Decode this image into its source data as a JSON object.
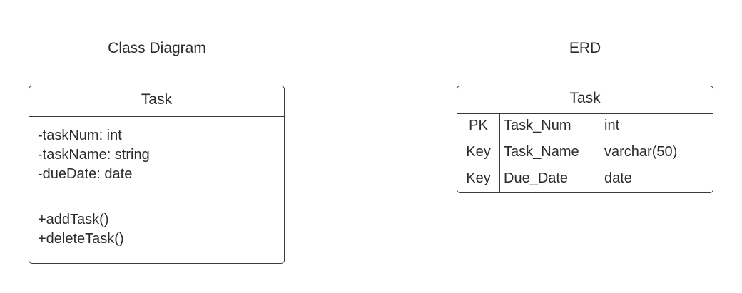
{
  "headings": {
    "class_diagram": "Class Diagram",
    "erd": "ERD"
  },
  "uml_class": {
    "name": "Task",
    "attributes": [
      "-taskNum: int",
      "-taskName: string",
      "-dueDate: date"
    ],
    "methods": [
      "+addTask()",
      "+deleteTask()"
    ]
  },
  "erd_table": {
    "name": "Task",
    "rows": [
      {
        "key": "PK",
        "column": "Task_Num",
        "type": "int"
      },
      {
        "key": "Key",
        "column": "Task_Name",
        "type": "varchar(50)"
      },
      {
        "key": "Key",
        "column": "Due_Date",
        "type": "date"
      }
    ]
  },
  "colors": {
    "line": "#3a3a3a",
    "text": "#2b2b2b",
    "background": "#ffffff"
  }
}
